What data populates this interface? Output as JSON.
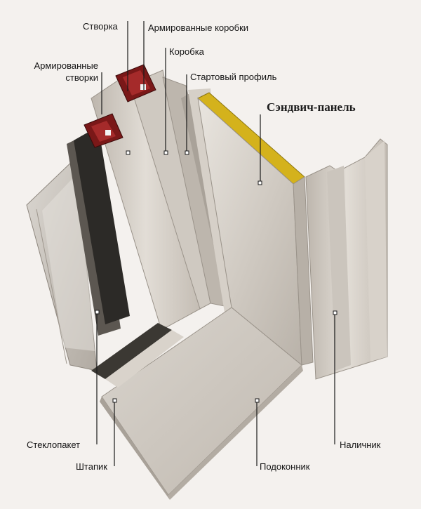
{
  "labels": {
    "stvorka": "Створка",
    "armirovannye_korobki": "Армированные коробки",
    "korobka": "Коробка",
    "armirovannye_stvorki_line1": "Армированные",
    "armirovannye_stvorki_line2": "створки",
    "startovyy_profil": "Стартовый профиль",
    "sendvich_panel": "Сэндвич-панель",
    "steklopaket": "Стеклопакет",
    "shtapik": "Штапик",
    "podokonnik": "Подоконник",
    "nalichnik": "Наличник"
  },
  "colors": {
    "background": "#f4f1ee",
    "pvc_profile": "#d8d1c8",
    "reinforcement": "#8c1c1c",
    "sandwich_edge": "#d4b21c",
    "glass": "#c9c4bd",
    "leader_line": "#1a1a1a"
  }
}
